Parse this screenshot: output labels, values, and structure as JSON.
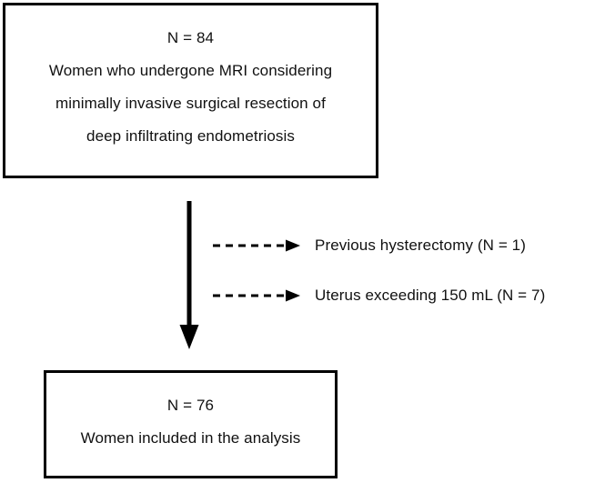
{
  "diagram": {
    "type": "participant-flow-chart",
    "boxes": [
      {
        "id": "enrolled",
        "count_label": "N = 84",
        "line2": "Women who undergone MRI considering",
        "line3": "minimally invasive surgical resection of",
        "line4": "deep infiltrating endometriosis"
      },
      {
        "id": "included",
        "count_label": "N = 76",
        "line2": "Women included in the analysis"
      }
    ],
    "exclusions": [
      {
        "label": "Previous hysterectomy (N = 1)",
        "n": 1
      },
      {
        "label": "Uterus exceeding 150 mL (N = 7)",
        "n": 7
      }
    ],
    "colors": {
      "stroke": "#000000",
      "text": "#111111",
      "background": "#ffffff"
    }
  }
}
